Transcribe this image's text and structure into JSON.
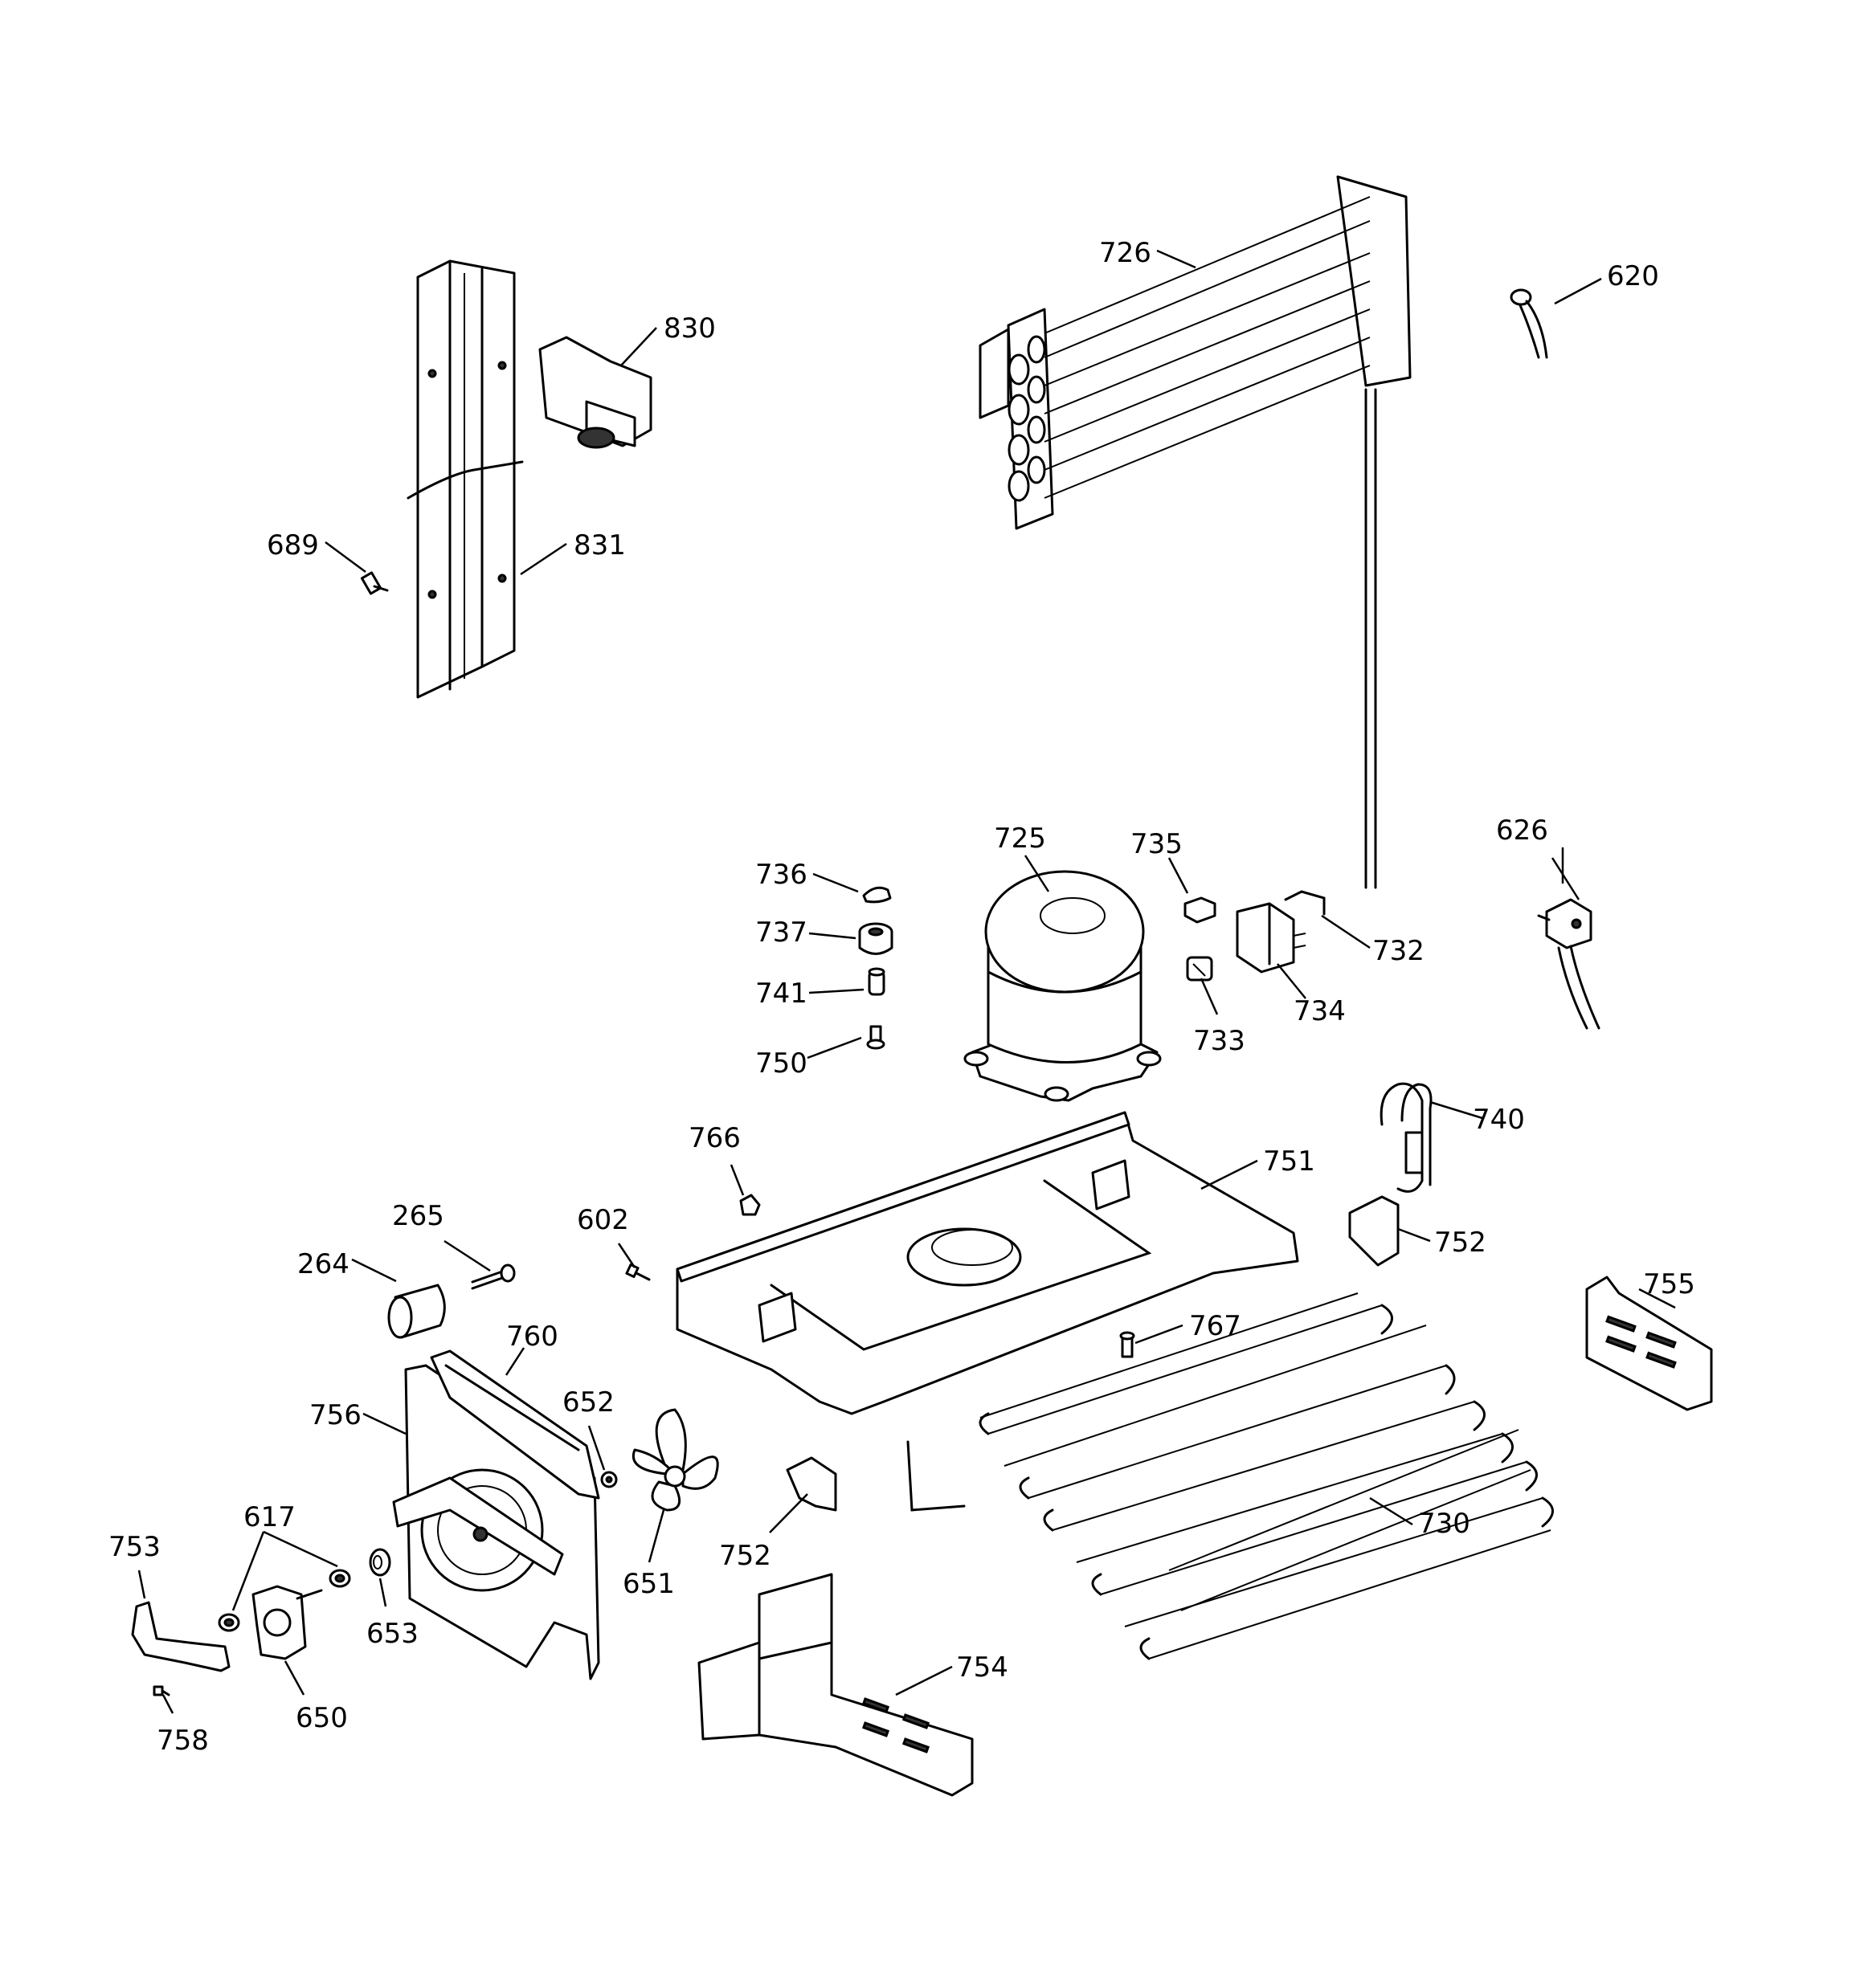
{
  "callouts": [
    {
      "id": "726",
      "label": "726"
    },
    {
      "id": "620",
      "label": "620"
    },
    {
      "id": "830",
      "label": "830"
    },
    {
      "id": "689",
      "label": "689"
    },
    {
      "id": "831",
      "label": "831"
    },
    {
      "id": "725",
      "label": "725"
    },
    {
      "id": "735",
      "label": "735"
    },
    {
      "id": "736",
      "label": "736"
    },
    {
      "id": "737",
      "label": "737"
    },
    {
      "id": "741",
      "label": "741"
    },
    {
      "id": "750",
      "label": "750"
    },
    {
      "id": "733",
      "label": "733"
    },
    {
      "id": "734",
      "label": "734"
    },
    {
      "id": "732",
      "label": "732"
    },
    {
      "id": "626",
      "label": "626"
    },
    {
      "id": "740",
      "label": "740"
    },
    {
      "id": "766",
      "label": "766"
    },
    {
      "id": "751",
      "label": "751"
    },
    {
      "id": "752a",
      "label": "752"
    },
    {
      "id": "755",
      "label": "755"
    },
    {
      "id": "265",
      "label": "265"
    },
    {
      "id": "602",
      "label": "602"
    },
    {
      "id": "264",
      "label": "264"
    },
    {
      "id": "767",
      "label": "767"
    },
    {
      "id": "760",
      "label": "760"
    },
    {
      "id": "652",
      "label": "652"
    },
    {
      "id": "756",
      "label": "756"
    },
    {
      "id": "730",
      "label": "730"
    },
    {
      "id": "617",
      "label": "617"
    },
    {
      "id": "753",
      "label": "753"
    },
    {
      "id": "651",
      "label": "651"
    },
    {
      "id": "752b",
      "label": "752"
    },
    {
      "id": "653",
      "label": "653"
    },
    {
      "id": "754",
      "label": "754"
    },
    {
      "id": "650",
      "label": "650"
    },
    {
      "id": "758",
      "label": "758"
    }
  ]
}
